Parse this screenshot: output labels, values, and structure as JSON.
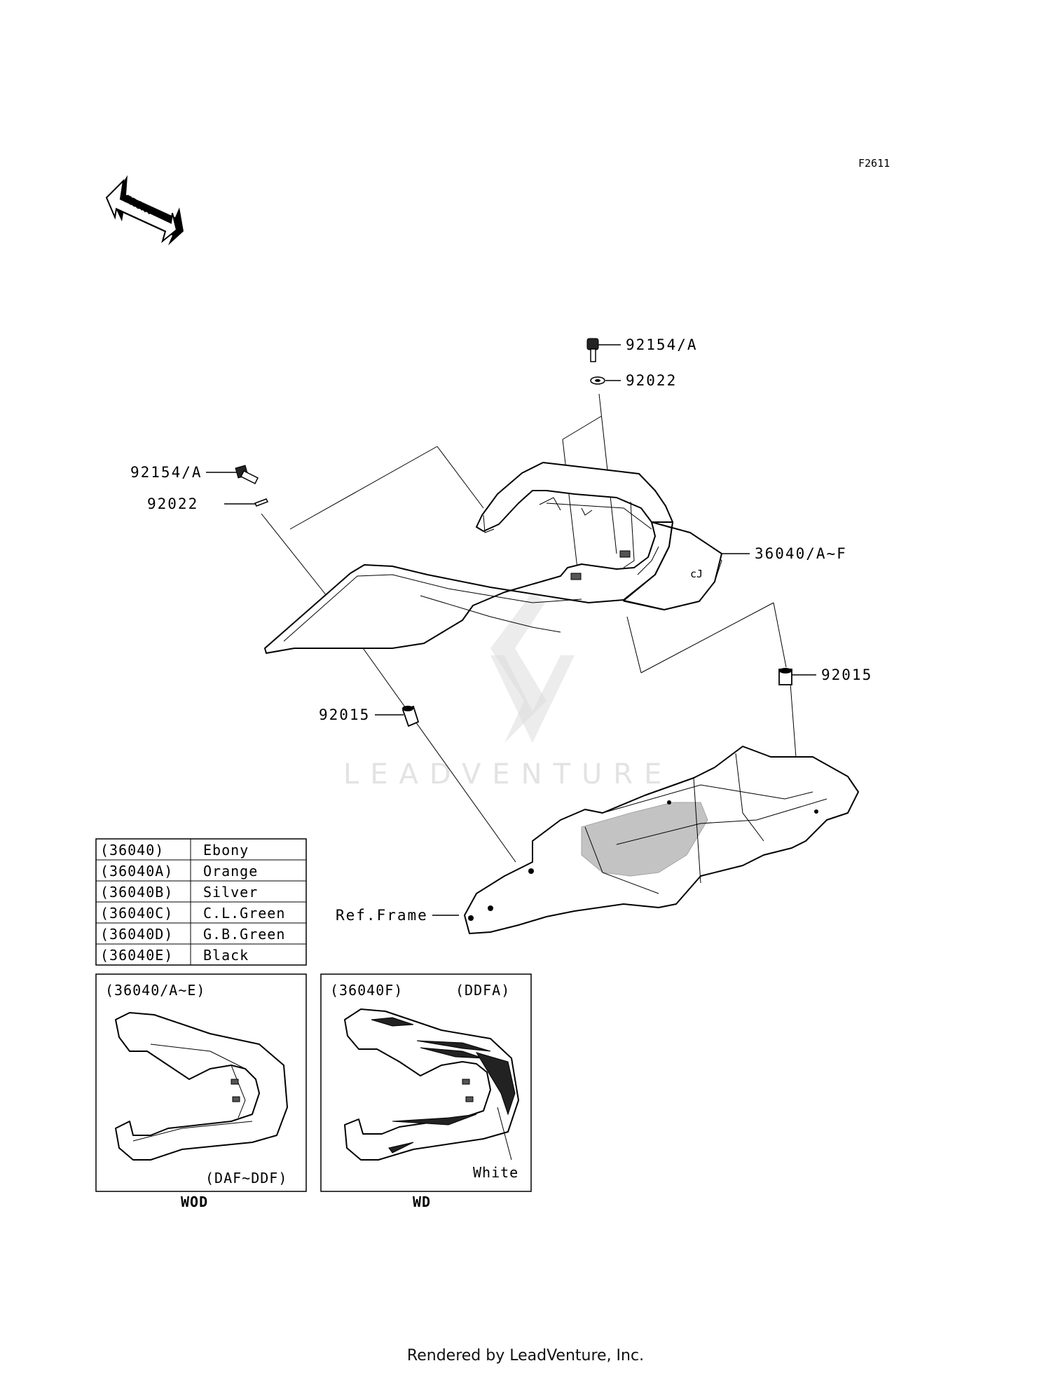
{
  "diagram_code": "F2611",
  "front_arrow": {
    "label": "FRONT",
    "icon": "front-direction-arrow-icon"
  },
  "watermark": {
    "text": "LEADVENTURE",
    "logo": "leadventure-logo-icon"
  },
  "callouts": {
    "bolt_top": "92154/A",
    "washer_top": "92022",
    "bolt_left": "92154/A",
    "washer_left": "92022",
    "cover": "36040/A~F",
    "collar_right": "92015",
    "collar_left": "92015",
    "frame": "Ref.Frame"
  },
  "color_table": [
    {
      "code": "(36040)",
      "color": "Ebony"
    },
    {
      "code": "(36040A)",
      "color": "Orange"
    },
    {
      "code": "(36040B)",
      "color": "Silver"
    },
    {
      "code": "(36040C)",
      "color": "C.L.Green"
    },
    {
      "code": "(36040D)",
      "color": "G.B.Green"
    },
    {
      "code": "(36040E)",
      "color": "Black"
    }
  ],
  "variant_boxes": [
    {
      "header": "(36040/A~E)",
      "header2": "",
      "footer_note": "(DAF~DDF)",
      "caption": "WOD"
    },
    {
      "header": "(36040F)",
      "header2": "(DDFA)",
      "footer_note": "White",
      "caption": "WD"
    }
  ],
  "footer": "Rendered by LeadVenture, Inc."
}
